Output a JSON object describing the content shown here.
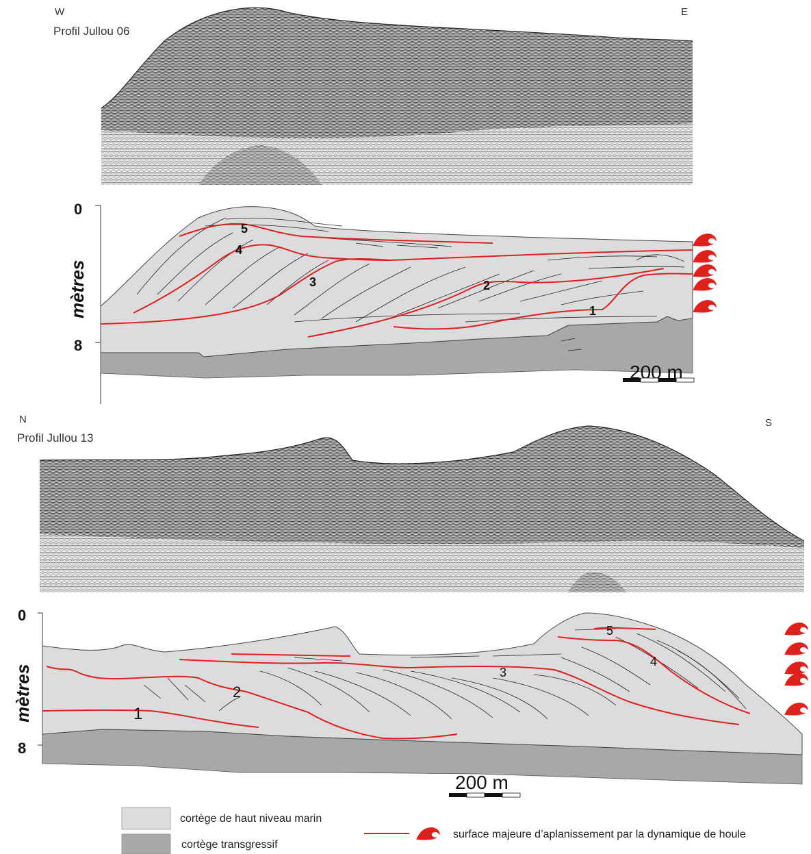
{
  "profile1": {
    "west_label": "W",
    "east_label": "E",
    "name": "Profil Jullou 06",
    "y_axis": {
      "label": "mètres",
      "top": "0",
      "bottom": "8"
    },
    "unit_labels": [
      "5",
      "4",
      "3",
      "2",
      "1"
    ],
    "scale": "200 m"
  },
  "profile2": {
    "north_label": "N",
    "south_label": "S",
    "name": "Profil Jullou 13",
    "y_axis": {
      "label": "mètres",
      "top": "0",
      "bottom": "8"
    },
    "unit_labels": [
      "5",
      "4",
      "3",
      "2",
      "1"
    ],
    "scale": "200 m"
  },
  "legend": {
    "high_stand": "cortège de haut niveau marin",
    "transgressive": "cortège transgressif",
    "wave_surface": "surface majeure d’aplanissement par la dynamique de houle"
  },
  "colors": {
    "high_stand_fill": "#dcdcdf",
    "transgressive_fill": "#a8a8a8",
    "surface_line": "#e0201c",
    "wave_icon": "#e0201c",
    "seismic": "#3a3a3a"
  },
  "icons": {
    "wave": "wave-icon"
  }
}
